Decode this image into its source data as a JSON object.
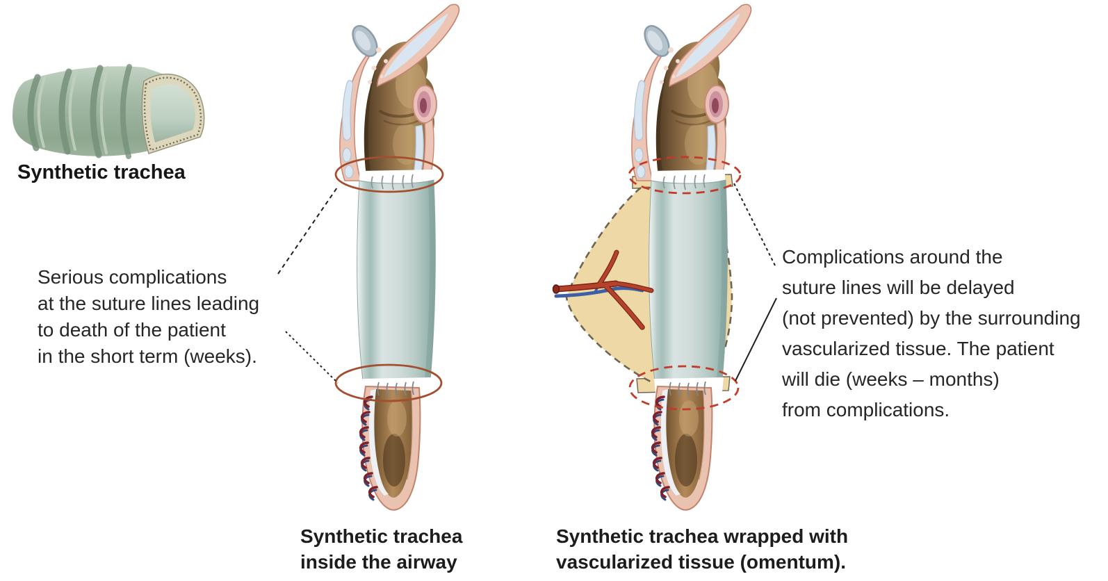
{
  "figure": {
    "background": "#ffffff",
    "inset": {
      "label": "Synthetic trachea"
    },
    "left_annotation": {
      "lines": [
        "Serious complications",
        "at the suture lines leading",
        "to death of the patient",
        "in the short term (weeks)."
      ]
    },
    "right_annotation": {
      "lines": [
        "Complications around the",
        "suture lines will be delayed",
        "(not prevented) by the surrounding",
        "vascularized tissue. The patient",
        "will die (weeks – months)",
        "from complications."
      ]
    },
    "middle_figure": {
      "caption_lines": [
        "Synthetic trachea",
        "inside the airway"
      ]
    },
    "right_figure": {
      "caption_lines": [
        "Synthetic trachea wrapped with",
        "vascularized tissue (omentum)."
      ]
    },
    "colors": {
      "text": "#262626",
      "scaffold_teal": "#a9c2bd",
      "scaffold_green": "#9fb5a3",
      "suture_ellipse_solid": "#a34e2f",
      "suture_ellipse_dashed": "#c23b2a",
      "omentum_tan": "#eed9a6",
      "omentum_outline": "#6e6452",
      "artery_red": "#b5432c",
      "vein_blue": "#3c5fa6",
      "airway_brown": "#8a6a45",
      "tissue_pink": "#eac4b2",
      "cartilage_blue": "#dde8f2"
    }
  }
}
